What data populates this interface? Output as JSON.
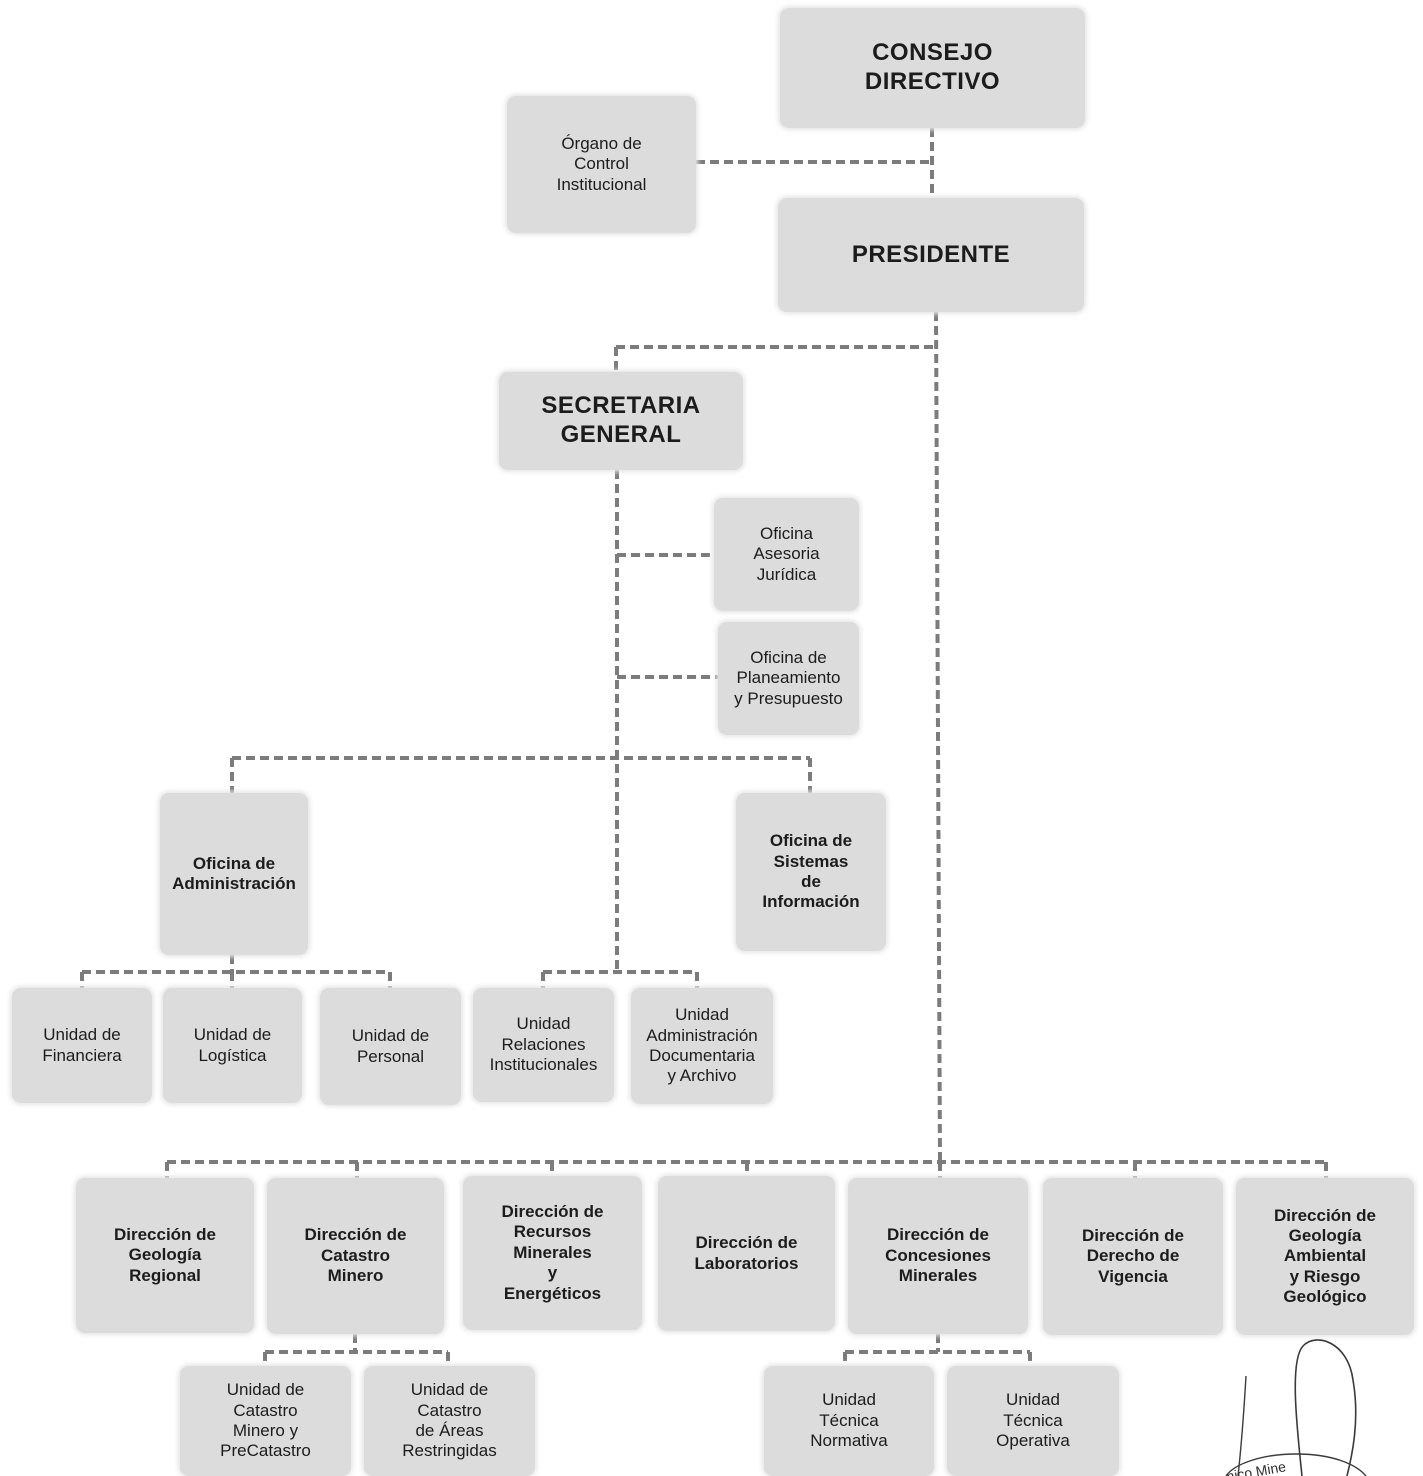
{
  "org_chart": {
    "consejo": "CONSEJO\nDIRECTIVO",
    "organo_control": "Órgano de\nControl\nInstitucional",
    "presidente": "PRESIDENTE",
    "secretaria": "SECRETARIA\nGENERAL",
    "asesoria": "Oficina\nAsesoria\nJurídica",
    "planeamiento": "Oficina de\nPlaneamiento\ny Presupuesto",
    "administracion": "Oficina de\nAdministración",
    "sistemas": "Oficina de\nSistemas\nde\nInformación",
    "unidad_financiera": "Unidad de\nFinanciera",
    "unidad_logistica": "Unidad de\nLogística",
    "unidad_personal": "Unidad de\nPersonal",
    "unidad_relaciones": "Unidad\nRelaciones\nInstitucionales",
    "unidad_documentaria": "Unidad\nAdministración\nDocumentaria\ny Archivo",
    "dir_geologia_regional": "Dirección de\nGeología\nRegional",
    "dir_catastro": "Dirección de\nCatastro\nMinero",
    "dir_recursos": "Dirección de\nRecursos\nMinerales\ny\nEnergéticos",
    "dir_laboratorios": "Dirección de\nLaboratorios",
    "dir_concesiones": "Dirección de\nConcesiones\nMinerales",
    "dir_derecho": "Dirección de\nDerecho de\nVigencia",
    "dir_geologia_ambiental": "Dirección de\nGeología\nAmbiental\ny Riesgo\nGeológico",
    "u_catastro_minero": "Unidad de\nCatastro\nMinero y\nPreCatastro",
    "u_areas_restringidas": "Unidad de\nCatastro\nde Áreas\nRestringidas",
    "u_tecnica_normativa": "Unidad\nTécnica\nNormativa",
    "u_tecnica_operativa": "Unidad\nTécnica\nOperativa"
  },
  "stamp": {
    "text": "nico Mine",
    "icon": "signature-stamp"
  },
  "colors": {
    "box": "#dcdcdc",
    "connector": "#7c7c7c"
  }
}
